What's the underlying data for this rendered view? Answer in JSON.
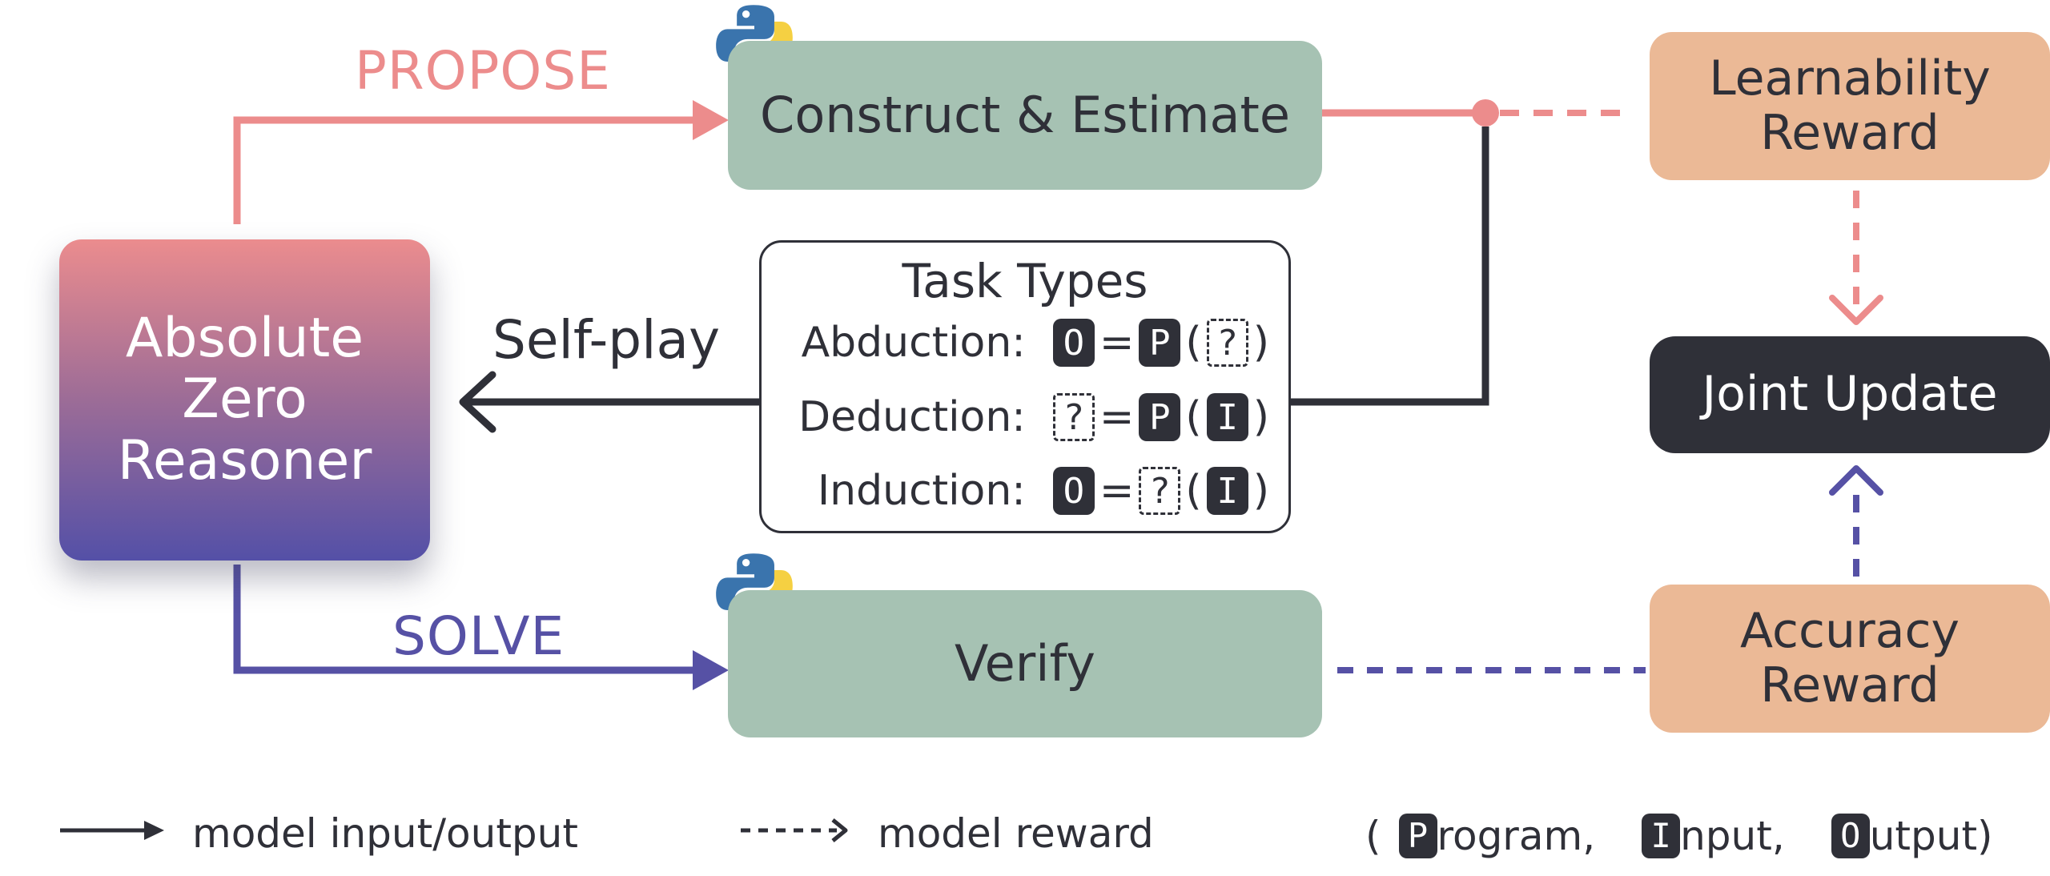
{
  "labels": {
    "propose": "PROPOSE",
    "solve": "SOLVE",
    "self_play": "Self-play"
  },
  "nodes": {
    "azr": [
      "Absolute",
      "Zero",
      "Reasoner"
    ],
    "construct": "Construct & Estimate",
    "verify": "Verify",
    "learnability": [
      "Learnability",
      "Reward"
    ],
    "accuracy": [
      "Accuracy",
      "Reward"
    ],
    "joint": "Joint Update"
  },
  "task_types": {
    "title": "Task Types",
    "rows": [
      {
        "label": "Abduction:",
        "out": "O",
        "prog": "P",
        "inp": "?"
      },
      {
        "label": "Deduction:",
        "out": "?",
        "prog": "P",
        "inp": "I"
      },
      {
        "label": "Induction:",
        "out": "O",
        "prog": "?",
        "inp": "I"
      }
    ],
    "eq": "=",
    "lparen": "(",
    "rparen": ")"
  },
  "legend": {
    "solid": "model input/output",
    "dashed": "model reward",
    "open": "(",
    "p_tok": "P",
    "p_rest": "rogram,",
    "i_tok": "I",
    "i_rest": "nput,",
    "o_tok": "O",
    "o_rest": "utput)"
  },
  "icons": {
    "python": "python-logo-icon"
  },
  "colors": {
    "propose": "#ec8c8c",
    "solve": "#5651a5",
    "dark": "#2f3038",
    "green_box": "#a6c2b3",
    "reward_box": "#ebb996"
  }
}
